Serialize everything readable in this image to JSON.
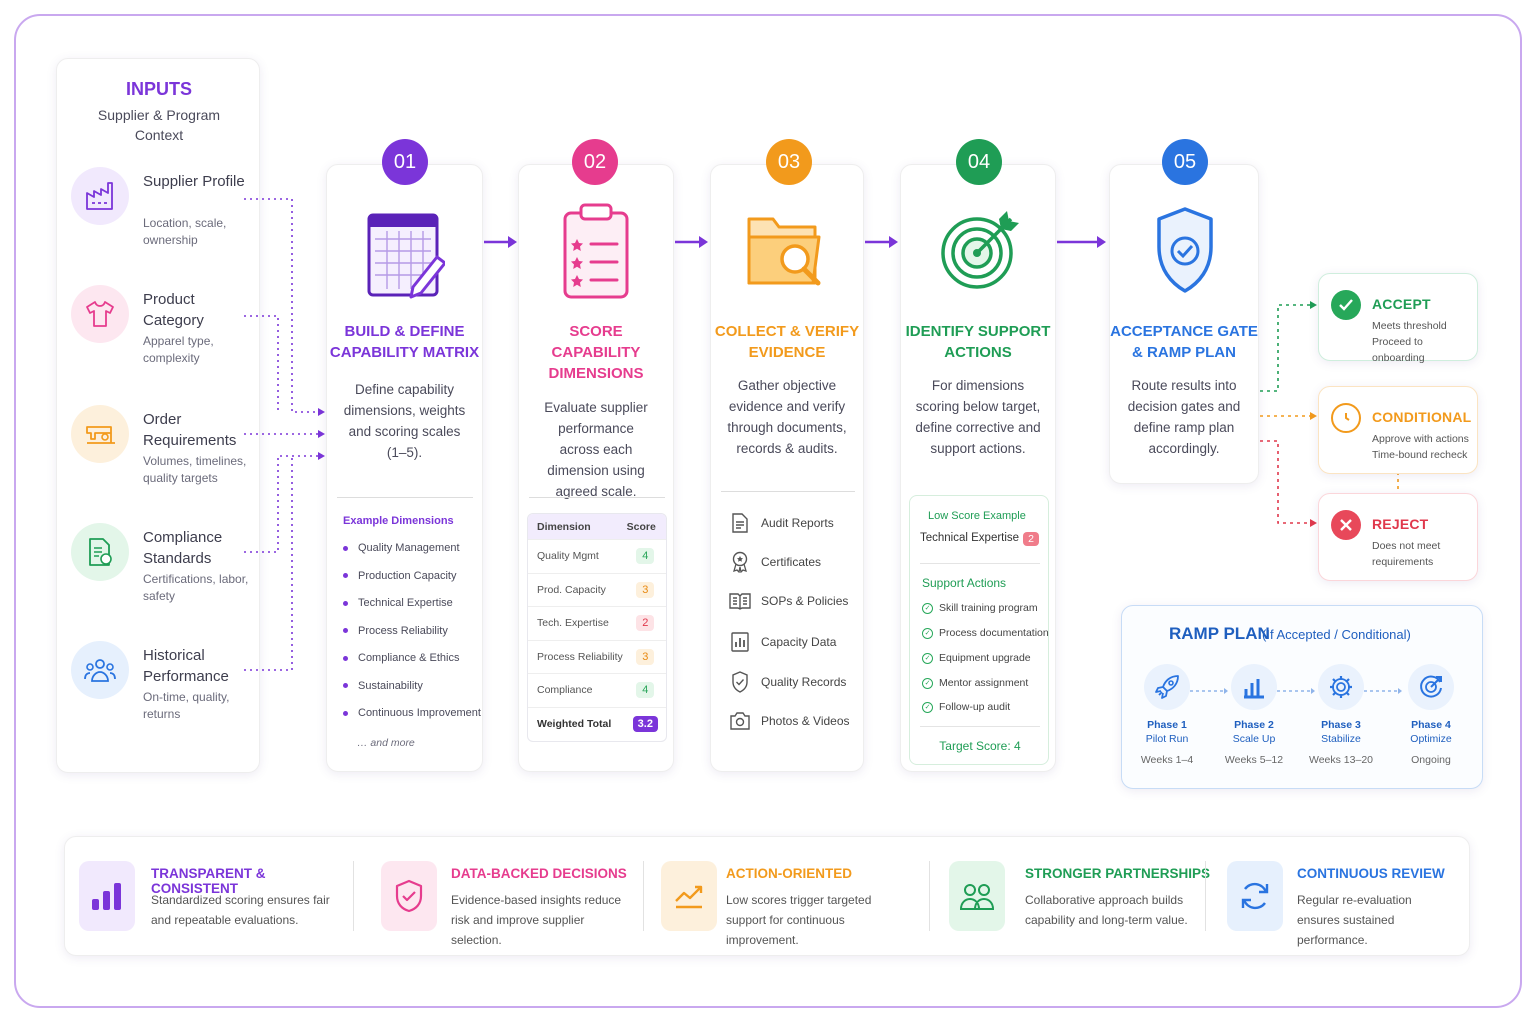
{
  "inputs": {
    "title": "INPUTS",
    "subtitle": "Supplier & Program Context",
    "items": [
      {
        "title": "Supplier Profile",
        "desc": "Location, scale, ownership",
        "icon": "factory-icon"
      },
      {
        "title": "Product Category",
        "desc": "Apparel type, complexity",
        "icon": "shirt-icon"
      },
      {
        "title": "Order Requirements",
        "desc": "Volumes, timelines, quality targets",
        "icon": "sewing-machine-icon"
      },
      {
        "title": "Compliance Standards",
        "desc": "Certifications, labor, safety",
        "icon": "document-check-icon"
      },
      {
        "title": "Historical Performance",
        "desc": "On-time, quality, returns",
        "icon": "people-icon"
      }
    ]
  },
  "steps": [
    {
      "num": "01",
      "color": "#7b35d9",
      "title": "BUILD & DEFINE CAPABILITY MATRIX",
      "desc": "Define capability dimensions, weights and scoring scales (1–5).",
      "icon": "matrix-pencil-icon"
    },
    {
      "num": "02",
      "color": "#e63c8e",
      "title": "SCORE CAPABILITY DIMENSIONS",
      "desc": "Evaluate supplier performance across each dimension using agreed scale.",
      "icon": "clipboard-icon"
    },
    {
      "num": "03",
      "color": "#f29a1c",
      "title": "COLLECT & VERIFY EVIDENCE",
      "desc": "Gather objective evidence and verify through documents, records & audits.",
      "icon": "folder-search-icon"
    },
    {
      "num": "04",
      "color": "#1f9d55",
      "title": "IDENTIFY SUPPORT ACTIONS",
      "desc": "For dimensions scoring below target, define corrective and support actions.",
      "icon": "target-icon"
    },
    {
      "num": "05",
      "color": "#2a74e0",
      "title": "ACCEPTANCE GATE & RAMP PLAN",
      "desc": "Route results into decision gates and define ramp plan accordingly.",
      "icon": "shield-check-icon"
    }
  ],
  "example_dimensions": {
    "heading": "Example Dimensions",
    "items": [
      "Quality Management",
      "Production Capacity",
      "Technical Expertise",
      "Process Reliability",
      "Compliance & Ethics",
      "Sustainability",
      "Continuous Improvement"
    ],
    "more": "… and more"
  },
  "score_table": {
    "header": {
      "dimension": "Dimension",
      "score": "Score"
    },
    "rows": [
      {
        "dimension": "Quality Mgmt",
        "score": "4",
        "color": "#2aa55a",
        "bg": "#e3f6e9"
      },
      {
        "dimension": "Prod. Capacity",
        "score": "3",
        "color": "#e88a12",
        "bg": "#fdf0dc"
      },
      {
        "dimension": "Tech. Expertise",
        "score": "2",
        "color": "#e0384c",
        "bg": "#fde3e6"
      },
      {
        "dimension": "Process Reliability",
        "score": "3",
        "color": "#e88a12",
        "bg": "#fdf0dc"
      },
      {
        "dimension": "Compliance",
        "score": "4",
        "color": "#2aa55a",
        "bg": "#e3f6e9"
      }
    ],
    "total_label": "Weighted Total",
    "total_value": "3.2"
  },
  "evidence": {
    "items": [
      {
        "label": "Audit Reports",
        "icon": "document-icon"
      },
      {
        "label": "Certificates",
        "icon": "award-icon"
      },
      {
        "label": "SOPs & Policies",
        "icon": "book-icon"
      },
      {
        "label": "Capacity Data",
        "icon": "bar-chart-icon"
      },
      {
        "label": "Quality Records",
        "icon": "shield-icon"
      },
      {
        "label": "Photos & Videos",
        "icon": "camera-icon"
      }
    ]
  },
  "support": {
    "example_label": "Low Score Example",
    "example_dim": "Technical Expertise",
    "example_score": "2",
    "actions_label": "Support Actions",
    "actions": [
      "Skill training program",
      "Process documentation",
      "Equipment upgrade",
      "Mentor assignment",
      "Follow-up audit"
    ],
    "target_label": "Target Score:",
    "target_value": "4"
  },
  "outcomes": [
    {
      "title": "ACCEPT",
      "desc1": "Meets threshold",
      "desc2": "Proceed to onboarding",
      "color": "#1f9d55",
      "icon": "check-circle-icon"
    },
    {
      "title": "CONDITIONAL",
      "desc1": "Approve with actions",
      "desc2": "Time-bound recheck",
      "color": "#f29a1c",
      "icon": "clock-icon"
    },
    {
      "title": "REJECT",
      "desc1": "Does not meet",
      "desc2": "requirements",
      "color": "#e0384c",
      "icon": "x-circle-icon"
    }
  ],
  "ramp": {
    "title": "RAMP PLAN",
    "subtitle": "(If Accepted / Conditional)",
    "phases": [
      {
        "num": "Phase 1",
        "label": "Pilot Run",
        "weeks": "Weeks 1–4",
        "icon": "rocket-icon"
      },
      {
        "num": "Phase 2",
        "label": "Scale Up",
        "weeks": "Weeks 5–12",
        "icon": "bar-chart-icon"
      },
      {
        "num": "Phase 3",
        "label": "Stabilize",
        "weeks": "Weeks 13–20",
        "icon": "gear-icon"
      },
      {
        "num": "Phase 4",
        "label": "Optimize",
        "weeks": "Ongoing",
        "icon": "target-refresh-icon"
      }
    ]
  },
  "benefits": [
    {
      "title": "TRANSPARENT & CONSISTENT",
      "desc": "Standardized scoring ensures fair and repeatable evaluations.",
      "color": "#7b35d9",
      "icon": "bar-chart-icon"
    },
    {
      "title": "DATA-BACKED DECISIONS",
      "desc": "Evidence-based insights reduce risk and improve supplier selection.",
      "color": "#e63c8e",
      "icon": "shield-check-icon"
    },
    {
      "title": "ACTION-ORIENTED",
      "desc": "Low scores trigger targeted support for continuous improvement.",
      "color": "#f29a1c",
      "icon": "trend-up-icon"
    },
    {
      "title": "STRONGER PARTNERSHIPS",
      "desc": "Collaborative approach builds capability and long-term value.",
      "color": "#1f9d55",
      "icon": "people-icon"
    },
    {
      "title": "CONTINUOUS REVIEW",
      "desc": "Regular re-evaluation ensures sustained performance.",
      "color": "#2a74e0",
      "icon": "refresh-icon"
    }
  ]
}
